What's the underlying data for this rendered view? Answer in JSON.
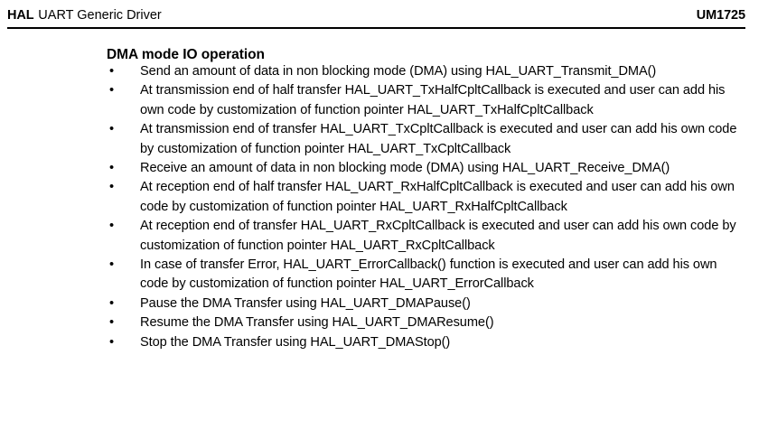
{
  "header": {
    "brand": "HAL",
    "title": "UART Generic Driver",
    "doc_id": "UM1725"
  },
  "section": {
    "title": "DMA mode IO operation"
  },
  "list": {
    "bullet_glyph": "•",
    "items": [
      {
        "text": "Send an amount of data in non blocking mode (DMA) using HAL_UART_Transmit_DMA()"
      },
      {
        "text": "At transmission end of half transfer HAL_UART_TxHalfCpltCallback is executed and user can add his own code by customization of function pointer HAL_UART_TxHalfCpltCallback"
      },
      {
        "text": "At transmission end of transfer HAL_UART_TxCpltCallback is executed and user can add his own code by customization of function pointer HAL_UART_TxCpltCallback"
      },
      {
        "text": "Receive an amount of data in non blocking mode (DMA) using HAL_UART_Receive_DMA()"
      },
      {
        "text": "At reception end of half transfer HAL_UART_RxHalfCpltCallback is executed and user can add his own code by customization of function pointer HAL_UART_RxHalfCpltCallback"
      },
      {
        "text": "At reception end of transfer HAL_UART_RxCpltCallback is executed and user can add his own code by customization of function pointer HAL_UART_RxCpltCallback"
      },
      {
        "text": "In case of transfer Error, HAL_UART_ErrorCallback() function is executed and user can add his own code by customization of function pointer HAL_UART_ErrorCallback"
      },
      {
        "text": "Pause the DMA Transfer using HAL_UART_DMAPause()"
      },
      {
        "text": "Resume the DMA Transfer using HAL_UART_DMAResume()"
      },
      {
        "text": "Stop the DMA Transfer using HAL_UART_DMAStop()"
      }
    ]
  },
  "colors": {
    "page_background": "#ffffff",
    "text": "#000000",
    "rule": "#000000"
  }
}
